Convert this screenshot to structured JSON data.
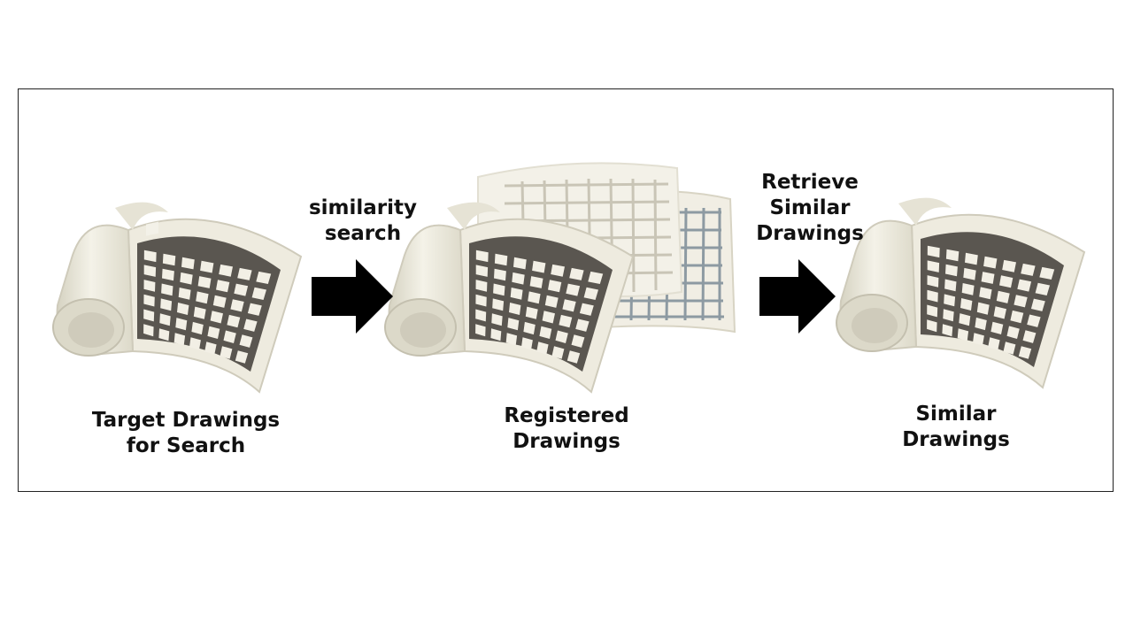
{
  "diagram": {
    "nodes": [
      {
        "id": "target",
        "lines": [
          "Target Drawings",
          "for Search"
        ]
      },
      {
        "id": "registered",
        "lines": [
          "Registered",
          "Drawings"
        ]
      },
      {
        "id": "similar",
        "lines": [
          "Similar",
          "Drawings"
        ]
      }
    ],
    "edges": [
      {
        "from": "target",
        "to": "registered",
        "lines": [
          "similarity",
          "search"
        ]
      },
      {
        "from": "registered",
        "to": "similar",
        "lines": [
          "Retrieve",
          "Similar",
          "Drawings"
        ]
      }
    ]
  },
  "colors": {
    "paper": "#eeebdf",
    "paper_shade": "#d9d6c6",
    "grid": "#5a5650",
    "grid_faint": "#8d9aa2",
    "arrow": "#000000"
  }
}
